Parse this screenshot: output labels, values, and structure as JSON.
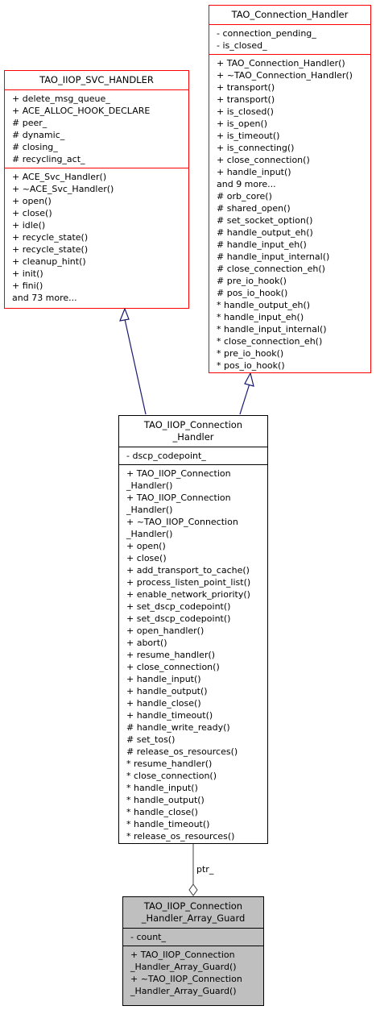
{
  "diagram": {
    "svc_handler": {
      "title": "TAO_IIOP_SVC_HANDLER",
      "attributes": [
        "+ delete_msg_queue_",
        "+ ACE_ALLOC_HOOK_DECLARE",
        "# peer_",
        "# dynamic_",
        "# closing_",
        "# recycling_act_"
      ],
      "operations": [
        "+ ACE_Svc_Handler()",
        "+ ~ACE_Svc_Handler()",
        "+ open()",
        "+ close()",
        "+ idle()",
        "+ recycle_state()",
        "+ recycle_state()",
        "+ cleanup_hint()",
        "+ init()",
        "+ fini()",
        "and 73 more..."
      ]
    },
    "connection_handler": {
      "title": "TAO_Connection_Handler",
      "attributes": [
        "- connection_pending_",
        "- is_closed_"
      ],
      "operations": [
        "+ TAO_Connection_Handler()",
        "+ ~TAO_Connection_Handler()",
        "+ transport()",
        "+ transport()",
        "+ is_closed()",
        "+ is_open()",
        "+ is_timeout()",
        "+ is_connecting()",
        "+ close_connection()",
        "+ handle_input()",
        "and 9 more...",
        "# orb_core()",
        "# shared_open()",
        "# set_socket_option()",
        "# handle_output_eh()",
        "# handle_input_eh()",
        "# handle_input_internal()",
        "# close_connection_eh()",
        "# pre_io_hook()",
        "# pos_io_hook()",
        "* handle_output_eh()",
        "* handle_input_eh()",
        "* handle_input_internal()",
        "* close_connection_eh()",
        "* pre_io_hook()",
        "* pos_io_hook()"
      ]
    },
    "iiop_handler": {
      "title_lines": [
        "TAO_IIOP_Connection",
        "_Handler"
      ],
      "attributes": [
        "- dscp_codepoint_"
      ],
      "operations": [
        "+ TAO_IIOP_Connection",
        "_Handler()",
        "+ TAO_IIOP_Connection",
        "_Handler()",
        "+ ~TAO_IIOP_Connection",
        "_Handler()",
        "+ open()",
        "+ close()",
        "+ add_transport_to_cache()",
        "+ process_listen_point_list()",
        "+ enable_network_priority()",
        "+ set_dscp_codepoint()",
        "+ set_dscp_codepoint()",
        "+ open_handler()",
        "+ abort()",
        "+ resume_handler()",
        "+ close_connection()",
        "+ handle_input()",
        "+ handle_output()",
        "+ handle_close()",
        "+ handle_timeout()",
        "# handle_write_ready()",
        "# set_tos()",
        "# release_os_resources()",
        "* resume_handler()",
        "* close_connection()",
        "* handle_input()",
        "* handle_output()",
        "* handle_close()",
        "* handle_timeout()",
        "* release_os_resources()"
      ]
    },
    "array_guard": {
      "title_lines": [
        "TAO_IIOP_Connection",
        "_Handler_Array_Guard"
      ],
      "attributes": [
        "- count_"
      ],
      "operations": [
        "+ TAO_IIOP_Connection",
        "_Handler_Array_Guard()",
        "+ ~TAO_IIOP_Connection",
        "_Handler_Array_Guard()"
      ]
    },
    "association_label": "ptr_",
    "colors": {
      "base_border": "#ff0000",
      "class_border": "#000000",
      "focus_fill": "#bfbfbf",
      "edge": "#191970"
    }
  }
}
